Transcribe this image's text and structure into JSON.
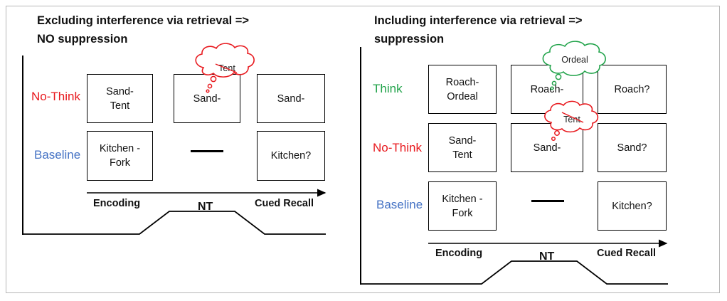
{
  "left": {
    "title_line1": "Excluding interference via retrieval =>",
    "title_line2": "NO suppression",
    "rows": {
      "nothink": {
        "label": "No-Think",
        "color": "#e8191e",
        "encoding": "Sand-\nTent",
        "nt": "Sand-",
        "recall": "Sand-"
      },
      "baseline": {
        "label": "Baseline",
        "color": "#4472c4",
        "encoding": "Kitchen -\nFork",
        "recall": "Kitchen?"
      }
    },
    "cloud_word": "Tent",
    "axis": {
      "encoding": "Encoding",
      "nt": "NT",
      "cued_recall": "Cued Recall"
    }
  },
  "right": {
    "title_line1": "Including interference via retrieval =>",
    "title_line2": "suppression",
    "rows": {
      "think": {
        "label": "Think",
        "color": "#21a34a",
        "encoding": "Roach-\nOrdeal",
        "nt": "Roach-",
        "recall": "Roach?"
      },
      "nothink": {
        "label": "No-Think",
        "color": "#e8191e",
        "encoding": "Sand-\nTent",
        "nt": "Sand-",
        "recall": "Sand?"
      },
      "baseline": {
        "label": "Baseline",
        "color": "#4472c4",
        "encoding": "Kitchen -\nFork",
        "recall": "Kitchen?"
      }
    },
    "cloud_think_word": "Ordeal",
    "cloud_nothink_word": "Tent",
    "axis": {
      "encoding": "Encoding",
      "nt": "NT",
      "cued_recall": "Cued Recall"
    }
  },
  "colors": {
    "think_cloud": "#21a34a",
    "nothink_cloud": "#e8191e"
  }
}
